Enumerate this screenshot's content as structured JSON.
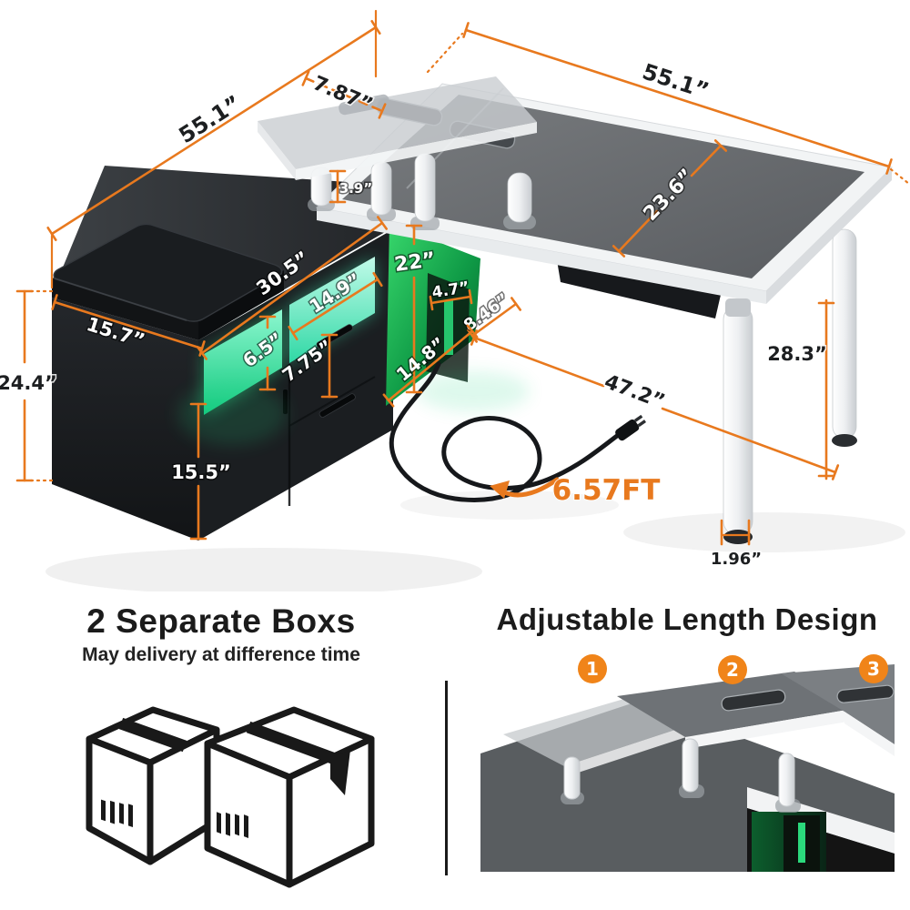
{
  "scene": {
    "dims": [
      {
        "name": "shelf-length",
        "label": "55.1”"
      },
      {
        "name": "shelf-depth",
        "label": "7.87”"
      },
      {
        "name": "desk-length",
        "label": "55.1”"
      },
      {
        "name": "shelf-riser-height",
        "label": "3.9”"
      },
      {
        "name": "desk-depth",
        "label": "23.6”"
      },
      {
        "name": "cabinet-top-length",
        "label": "30.5”"
      },
      {
        "name": "hutch-height",
        "label": "22”"
      },
      {
        "name": "led-shelf-length",
        "label": "14.9”"
      },
      {
        "name": "bench-depth",
        "label": "15.7”"
      },
      {
        "name": "led-panel-height",
        "label": "6.5”"
      },
      {
        "name": "compartment-width",
        "label": "4.7”"
      },
      {
        "name": "end-depth",
        "label": "8.46”"
      },
      {
        "name": "drawer-height",
        "label": "7.75”"
      },
      {
        "name": "bench-total-height",
        "label": "24.4”"
      },
      {
        "name": "end-edge-height",
        "label": "14.8”"
      },
      {
        "name": "floor-span",
        "label": "47.2”"
      },
      {
        "name": "leg-height",
        "label": "28.3”"
      },
      {
        "name": "cabinet-height",
        "label": "15.5”"
      },
      {
        "name": "leg-diameter",
        "label": "1.96”"
      },
      {
        "name": "cable-length",
        "label": "6.57FT"
      }
    ]
  },
  "sections": {
    "boxes": {
      "title": "2 Separate Boxs",
      "subtitle": "May delivery at difference time"
    },
    "adjustable": {
      "title": "Adjustable Length Design",
      "steps": [
        "1",
        "2",
        "3"
      ]
    }
  },
  "colors": {
    "accent_orange": "#E8791E",
    "badge_orange": "#F08419",
    "led_green": "#2BD97C",
    "led_teal": "#35E0A8"
  }
}
